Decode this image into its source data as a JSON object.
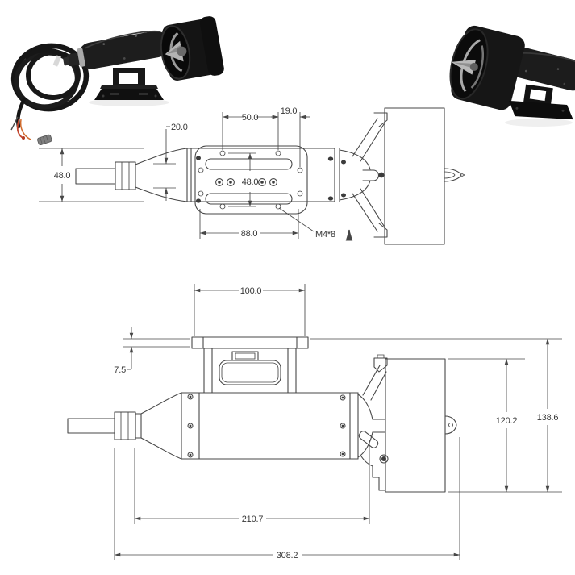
{
  "page": {
    "background": "#ffffff"
  },
  "drawing": {
    "line_color": "#474747",
    "text_color": "#383838",
    "top_view": {
      "dim_20": "20.0",
      "dim_50": "50.0",
      "dim_19": "19.0",
      "dim_48_body": "48.0",
      "dim_48_holes": "48.0",
      "dim_88": "88.0",
      "thread_callout": "M4*8"
    },
    "side_view": {
      "dim_100": "100.0",
      "dim_7_5": "7.5",
      "dim_120": "120.2",
      "dim_138": "138.6",
      "dim_210": "210.7",
      "dim_308": "308.2"
    }
  },
  "photo_colors": {
    "body_black": "#1b1b1b",
    "prop_silver": "#b3b3b3",
    "wire_red": "#c2452d",
    "wire_orange": "#d06a2c",
    "connector_gray": "#7f7f7f"
  }
}
